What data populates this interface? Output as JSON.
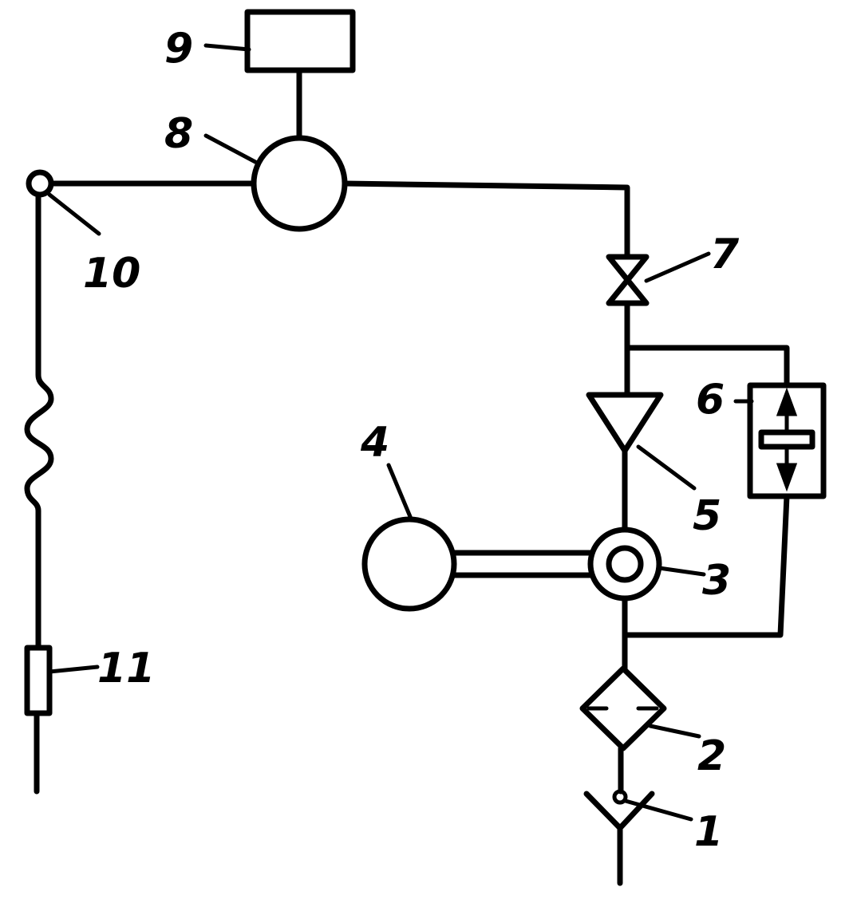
{
  "labels": {
    "c1": "1",
    "c2": "2",
    "c3": "3",
    "c4": "4",
    "c5": "5",
    "c6": "6",
    "c7": "7",
    "c8": "8",
    "c9": "9",
    "c10": "10",
    "c11": "11"
  }
}
